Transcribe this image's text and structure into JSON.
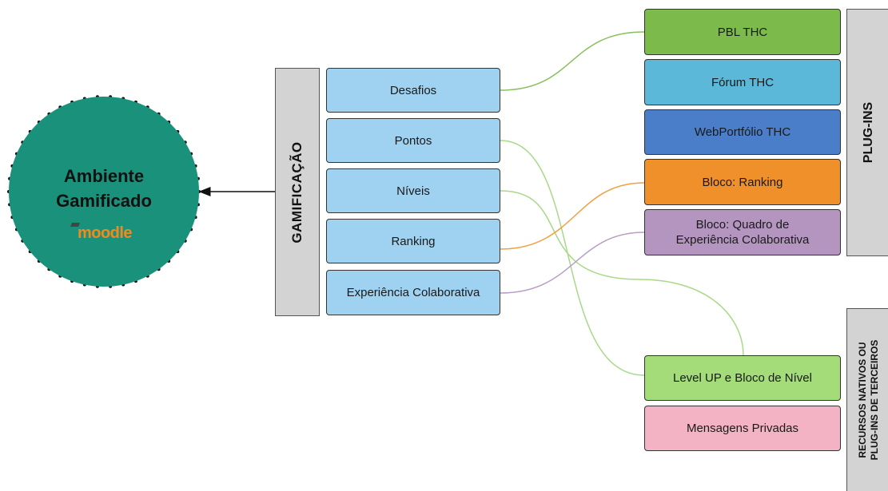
{
  "circle": {
    "title_line1": "Ambiente",
    "title_line2": "Gamificado",
    "logo_text": "moodle"
  },
  "gamificacao": {
    "label": "GAMIFICAÇÃO",
    "items": [
      "Desafios",
      "Pontos",
      "Níveis",
      "Ranking",
      "Experiência Colaborativa"
    ]
  },
  "plugins": {
    "label": "PLUG-INS",
    "items": [
      "PBL THC",
      "Fórum THC",
      "WebPortfólio THC",
      "Bloco: Ranking",
      "Bloco: Quadro de Experiência Colaborativa"
    ]
  },
  "recursos": {
    "label_line1": "RECURSOS NATIVOS OU",
    "label_line2": "PLUG-INS DE TERCEIROS",
    "items": [
      "Level UP e Bloco de Nível",
      "Mensagens Privadas"
    ]
  },
  "colors": {
    "circle": "#1a917a",
    "gamificacao_box": "#9fd1f0",
    "pbl": "#7dba4c",
    "forum": "#5bb8d8",
    "webportfolio": "#4a7ec8",
    "bloco_ranking": "#f0902a",
    "bloco_quadro": "#b395c0",
    "level_up": "#a3dc78",
    "mensagens": "#f3b3c5",
    "wire_green": "#aad88a",
    "wire_orange": "#f0a040",
    "wire_purple": "#b79fc6"
  }
}
